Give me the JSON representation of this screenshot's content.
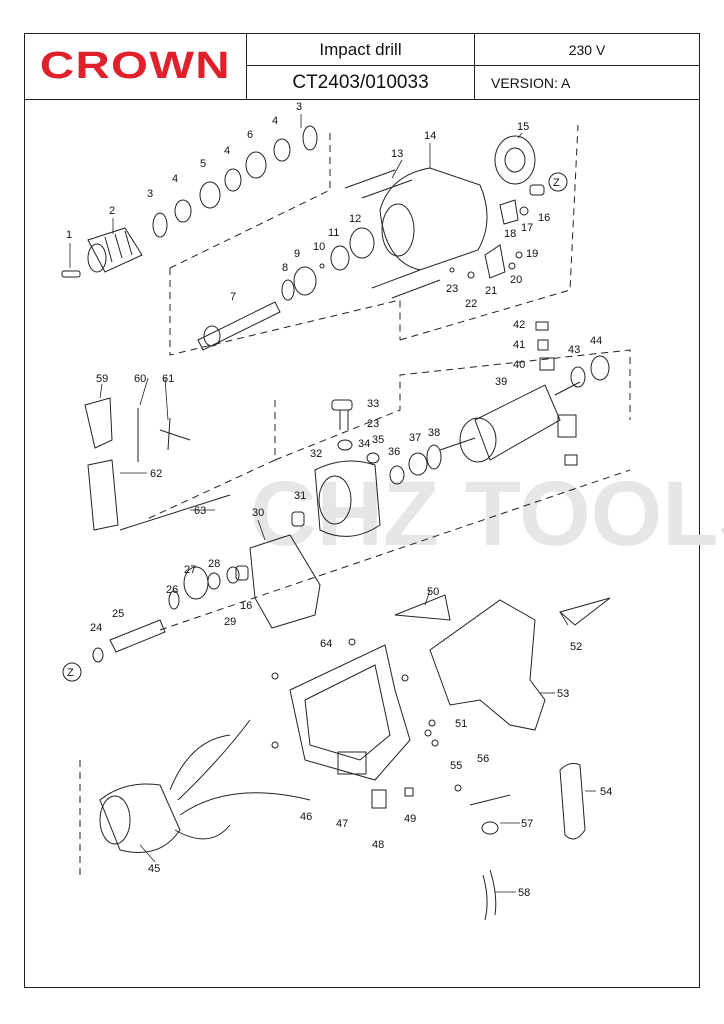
{
  "brand": "CROWN",
  "product_name": "Impact drill",
  "model_code": "CT2403/010033",
  "voltage": "230 V",
  "version": "VERSION: A",
  "watermark": "CHZ TOOLS",
  "z_marker": "Z",
  "brand_color": "#e0202a",
  "callouts": [
    "1",
    "2",
    "3",
    "4",
    "5",
    "4",
    "6",
    "4",
    "3",
    "7",
    "8",
    "9",
    "10",
    "11",
    "12",
    "13",
    "14",
    "15",
    "16",
    "17",
    "18",
    "19",
    "20",
    "21",
    "22",
    "23",
    "42",
    "41",
    "40",
    "43",
    "44",
    "39",
    "59",
    "60",
    "61",
    "33",
    "23",
    "34",
    "35",
    "36",
    "37",
    "38",
    "62",
    "32",
    "63",
    "31",
    "30",
    "27",
    "28",
    "26",
    "16",
    "29",
    "25",
    "24",
    "50",
    "52",
    "64",
    "53",
    "51",
    "56",
    "55",
    "57",
    "54",
    "49",
    "46",
    "47",
    "48",
    "45",
    "58"
  ]
}
